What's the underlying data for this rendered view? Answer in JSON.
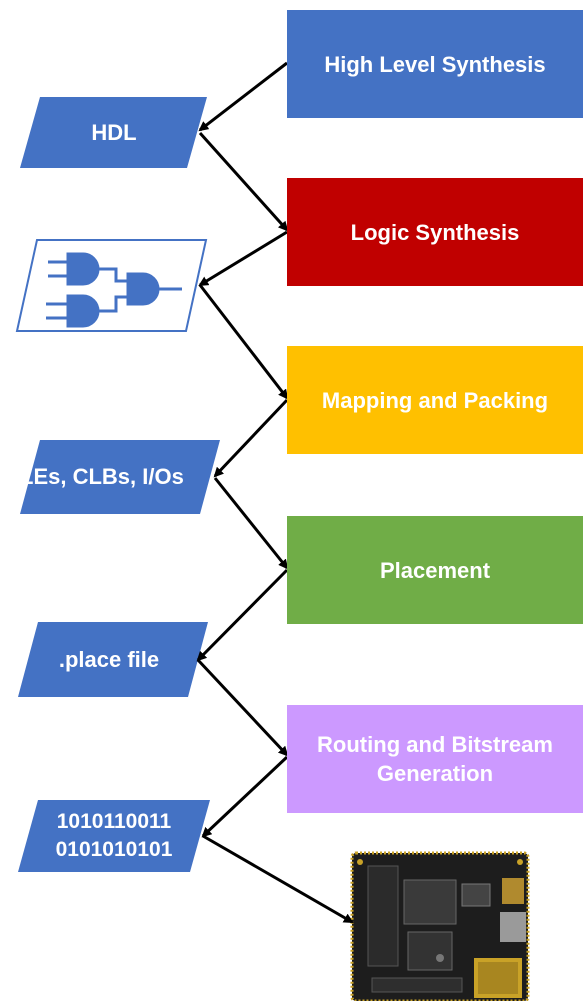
{
  "colors": {
    "blue": "#4472c4",
    "red": "#c00000",
    "yellow": "#ffc000",
    "green": "#70ad47",
    "purple": "#cc99ff",
    "white": "#ffffff",
    "arrow": "#000000"
  },
  "steps": [
    {
      "label": "High Level Synthesis"
    },
    {
      "label": "Logic Synthesis"
    },
    {
      "label": "Mapping and Packing"
    },
    {
      "label": "Placement"
    },
    {
      "label": "Routing and Bitstream\nGeneration"
    }
  ],
  "artifacts": [
    {
      "label": "HDL"
    },
    {
      "label": "",
      "icon": "logic-gates-icon"
    },
    {
      "label": "LEs, CLBs, I/Os"
    },
    {
      "label": ".place file"
    },
    {
      "label": "1010110011\n0101010101"
    }
  ],
  "board": {
    "icon": "fpga-board-image"
  }
}
